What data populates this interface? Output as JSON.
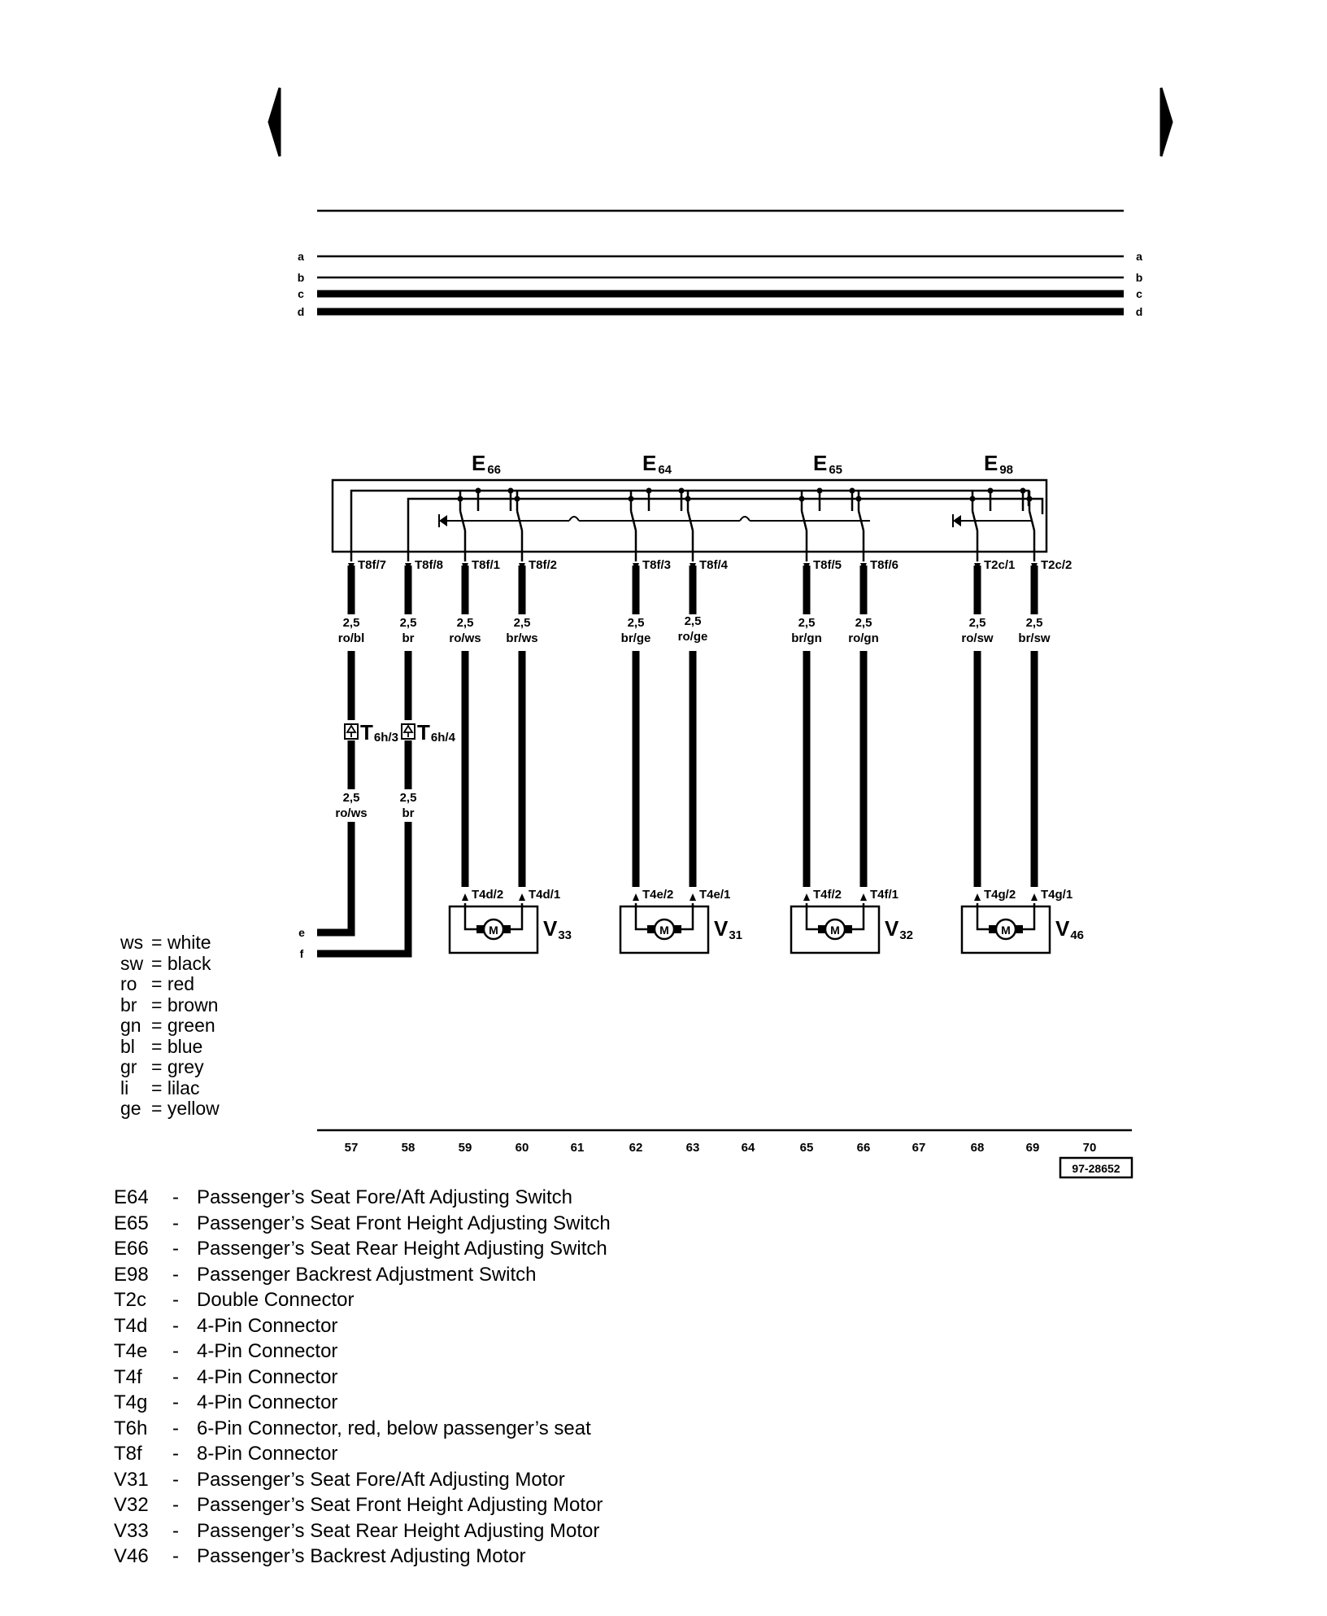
{
  "rails": [
    {
      "left": "a",
      "right": "a"
    },
    {
      "left": "b",
      "right": "b"
    },
    {
      "left": "c",
      "right": "c"
    },
    {
      "left": "d",
      "right": "d"
    }
  ],
  "ground_rails": [
    {
      "label": "e"
    },
    {
      "label": "f"
    }
  ],
  "switches": [
    {
      "id": "E",
      "sub": "66"
    },
    {
      "id": "E",
      "sub": "64"
    },
    {
      "id": "E",
      "sub": "65"
    },
    {
      "id": "E",
      "sub": "98"
    }
  ],
  "wires": [
    {
      "terminal": "T8f/7",
      "size": "2,5",
      "color": "ro/bl",
      "lower_size": "2,5",
      "lower_color": "ro/ws"
    },
    {
      "terminal": "T8f/8",
      "size": "2,5",
      "color": "br",
      "lower_size": "2,5",
      "lower_color": "br"
    },
    {
      "terminal": "T8f/1",
      "size": "2,5",
      "color": "ro/ws",
      "motor_terminal": "T4d/2"
    },
    {
      "terminal": "T8f/2",
      "size": "2,5",
      "color": "br/ws",
      "motor_terminal": "T4d/1"
    },
    {
      "terminal": "T8f/3",
      "size": "2,5",
      "color": "br/ge",
      "motor_terminal": "T4e/2"
    },
    {
      "terminal": "T8f/4",
      "size": "2,5",
      "color": "ro/ge",
      "motor_terminal": "T4e/1"
    },
    {
      "terminal": "T8f/5",
      "size": "2,5",
      "color": "br/gn",
      "motor_terminal": "T4f/2"
    },
    {
      "terminal": "T8f/6",
      "size": "2,5",
      "color": "ro/gn",
      "motor_terminal": "T4f/1"
    },
    {
      "terminal": "T2c/1",
      "size": "2,5",
      "color": "ro/sw",
      "motor_terminal": "T4g/2"
    },
    {
      "terminal": "T2c/2",
      "size": "2,5",
      "color": "br/sw",
      "motor_terminal": "T4g/1"
    }
  ],
  "connectors": [
    {
      "id": "T",
      "sub": "6h/3"
    },
    {
      "id": "T",
      "sub": "6h/4"
    }
  ],
  "motors": [
    {
      "id": "V",
      "sub": "33",
      "symbol": "M"
    },
    {
      "id": "V",
      "sub": "31",
      "symbol": "M"
    },
    {
      "id": "V",
      "sub": "32",
      "symbol": "M"
    },
    {
      "id": "V",
      "sub": "46",
      "symbol": "M"
    }
  ],
  "columns": [
    "57",
    "58",
    "59",
    "60",
    "61",
    "62",
    "63",
    "64",
    "65",
    "66",
    "67",
    "68",
    "69",
    "70"
  ],
  "ref_number": "97-28652",
  "color_key": [
    {
      "code": "ws",
      "eq": "=",
      "name": "white"
    },
    {
      "code": "sw",
      "eq": "=",
      "name": "black"
    },
    {
      "code": "ro",
      "eq": "=",
      "name": "red"
    },
    {
      "code": "br",
      "eq": "=",
      "name": "brown"
    },
    {
      "code": "gn",
      "eq": "=",
      "name": "green"
    },
    {
      "code": "bl",
      "eq": "=",
      "name": "blue"
    },
    {
      "code": "gr",
      "eq": "=",
      "name": "grey"
    },
    {
      "code": "li",
      "eq": "=",
      "name": "lilac"
    },
    {
      "code": "ge",
      "eq": "=",
      "name": "yellow"
    }
  ],
  "legend": [
    {
      "code": "E64",
      "dash": "-",
      "desc": "Passenger’s Seat Fore/Aft Adjusting Switch"
    },
    {
      "code": "E65",
      "dash": "-",
      "desc": "Passenger’s Seat Front Height Adjusting Switch"
    },
    {
      "code": "E66",
      "dash": "-",
      "desc": "Passenger’s Seat Rear Height Adjusting Switch"
    },
    {
      "code": "E98",
      "dash": "-",
      "desc": "Passenger Backrest Adjustment Switch"
    },
    {
      "code": "T2c",
      "dash": "-",
      "desc": "Double Connector"
    },
    {
      "code": "T4d",
      "dash": "-",
      "desc": "4-Pin Connector"
    },
    {
      "code": "T4e",
      "dash": "-",
      "desc": "4-Pin Connector"
    },
    {
      "code": "T4f",
      "dash": "-",
      "desc": "4-Pin Connector"
    },
    {
      "code": "T4g",
      "dash": "-",
      "desc": "4-Pin Connector"
    },
    {
      "code": "T6h",
      "dash": "-",
      "desc": "6-Pin Connector, red, below passenger’s seat"
    },
    {
      "code": "T8f",
      "dash": "-",
      "desc": "8-Pin Connector"
    },
    {
      "code": "V31",
      "dash": "-",
      "desc": "Passenger’s Seat Fore/Aft Adjusting Motor"
    },
    {
      "code": "V32",
      "dash": "-",
      "desc": "Passenger’s Seat Front Height Adjusting Motor"
    },
    {
      "code": "V33",
      "dash": "-",
      "desc": "Passenger’s Seat Rear Height Adjusting Motor"
    },
    {
      "code": "V46",
      "dash": "-",
      "desc": "Passenger’s Backrest Adjusting Motor"
    }
  ]
}
